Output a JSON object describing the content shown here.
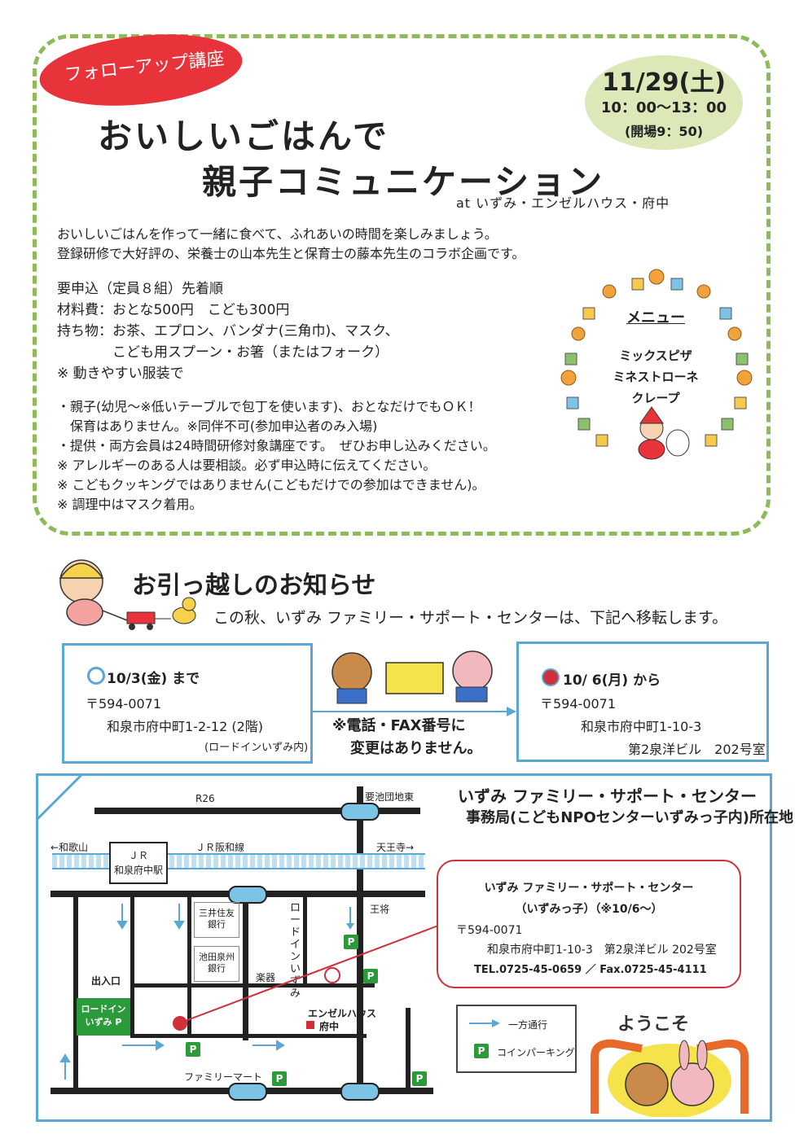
{
  "event": {
    "badge": "フォローアップ講座",
    "title_line1": "おいしいごはんで",
    "title_line2": "親子コミュニケーション",
    "venue": "at いずみ・エンゼルハウス・府中",
    "date": "11/29(土)",
    "time": "10：00〜13：00",
    "opening": "(開場9：50)",
    "intro": [
      "おいしいごはんを作って一緒に食べて、ふれあいの時間を楽しみましょう。",
      "登録研修で大好評の、栄養士の山本先生と保育士の藤本先生のコラボ企画です。"
    ],
    "details": [
      "要申込（定員８組）先着順",
      "材料費：おとな500円　こども300円",
      "持ち物：お茶、エプロン、バンダナ(三角巾)、マスク、",
      "　　　　こども用スプーン・お箸（またはフォーク）",
      "※ 動きやすい服装で"
    ],
    "notes": [
      "・親子(幼児〜※低いテーブルで包丁を使います)、おとなだけでもＯＫ！",
      "　保育はありません。※同伴不可(参加申込者のみ入場)",
      "・提供・両方会員は24時間研修対象講座です。　ぜひお申し込みください。",
      "※ アレルギーのある人は要相談。必ず申込時に伝えてください。",
      "※ こどもクッキングではありません(こどもだけでの参加はできません)。",
      "※ 調理中はマスク着用。"
    ],
    "menu_title": "メニュー",
    "menu_items": [
      "ミックスピザ",
      "ミネストローネ",
      "クレープ"
    ]
  },
  "notice": {
    "title": "お引っ越しのお知らせ",
    "subtitle": "この秋、いずみ ファミリー・サポート・センターは、下記へ移転します。",
    "old": {
      "date": "10/3(金) まで",
      "postal": "〒594-0071",
      "address": "和泉市府中町1-2-12 (2階)",
      "building": "(ロードインいずみ内)"
    },
    "new": {
      "date": "10/ 6(月) から",
      "postal": "〒594-0071",
      "address": "和泉市府中町1-10-3",
      "building": "第2泉洋ビル　202号室"
    },
    "note_line1": "※電話・FAX番号に",
    "note_line2": "変更はありません。"
  },
  "map": {
    "header_line1": "いずみ ファミリー・サポート・センター",
    "header_line2": "事務局(こどもNPOセンターいずみっ子内)所在地",
    "road_r26": "R26",
    "youchi": "要池団地東",
    "jr_line": "ＪＲ阪和線",
    "to_wakayama": "←和歌山",
    "to_tennoji": "天王寺→",
    "station_line1": "ＪＲ",
    "station_line2": "和泉府中駅",
    "bank_mitsui": "三井住友銀行",
    "bank_ikeda": "池田泉州銀行",
    "road_in": "ロードインいずみ",
    "oji": "王将",
    "gakki": "楽器",
    "angel_house_line1": "エンゼルハウス",
    "angel_house_line2": "府中",
    "exit": "出入口",
    "road_in_parking": "ロードインいずみ P",
    "family_mart": "ファミリーマート",
    "office_name": "いずみ ファミリー・サポート・センター",
    "office_sub": "（いずみっ子）（※10/6〜）",
    "office_postal": "〒594-0071",
    "office_address": "和泉市府中町1-10-3　第2泉洋ビル 202号室",
    "office_contact": "TEL.0725-45-0659 ／ Fax.0725-45-4111",
    "legend_oneway": "一方通行",
    "legend_parking": "コインパーキング",
    "parking_letter": "P",
    "welcome": "ようこそ"
  },
  "colors": {
    "accent_red": "#e8333a",
    "green_dash": "#8dbb5a",
    "blue": "#5aa7d6",
    "parking_green": "#2b9a3a"
  }
}
